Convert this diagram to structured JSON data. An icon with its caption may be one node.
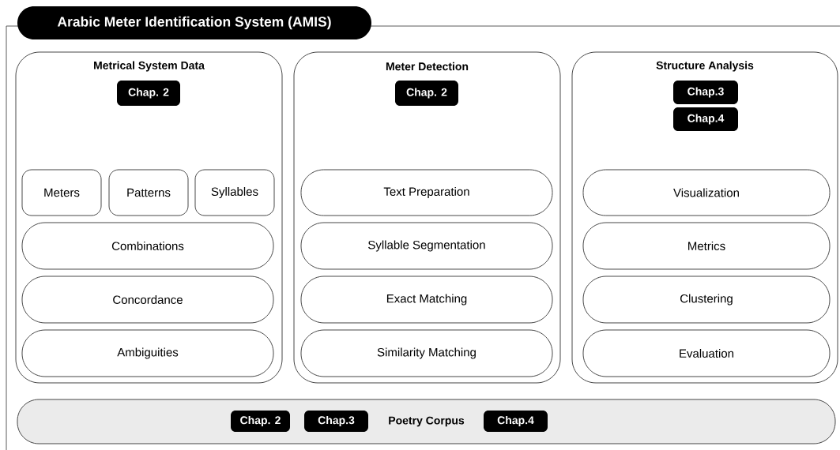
{
  "diagram": {
    "nodes": [
      {
        "text": [
          "Arabic Meter Identification System (AMIS)"
        ]
      },
      {
        "text": [
          "Metrical System Data"
        ],
        "in": 0
      },
      {
        "text": [
          "Chap. 2"
        ],
        "in": 1
      },
      {
        "text": [
          "Meters"
        ],
        "in": 1
      },
      {
        "text": [
          "Patterns"
        ],
        "in": 1
      },
      {
        "text": [
          "Syllables"
        ],
        "in": 1
      },
      {
        "text": [
          "Combinations"
        ],
        "in": 1
      },
      {
        "text": [
          "Concordance"
        ],
        "in": 1
      },
      {
        "text": [
          "Ambiguities"
        ],
        "in": 1
      },
      {
        "text": [
          "Meter Detection"
        ],
        "in": 0
      },
      {
        "text": [
          "Chap. 2"
        ],
        "in": 9
      },
      {
        "text": [
          "Text Preparation"
        ],
        "in": 9
      },
      {
        "text": [
          "Syllable Segmentation"
        ],
        "in": 9
      },
      {
        "text": [
          "Exact Matching"
        ],
        "in": 9
      },
      {
        "text": [
          "Similarity Matching"
        ],
        "in": 9
      },
      {
        "text": [
          "Structure Analysis"
        ],
        "in": 0
      },
      {
        "text": [
          "Chap.3"
        ],
        "in": 15
      },
      {
        "text": [
          "Chap.4"
        ],
        "in": 15
      },
      {
        "text": [
          "Visualization"
        ],
        "in": 15
      },
      {
        "text": [
          "Metrics"
        ],
        "in": 15
      },
      {
        "text": [
          "Clustering"
        ],
        "in": 15
      },
      {
        "text": [
          "Evaluation"
        ],
        "in": 15
      },
      {
        "text": [
          "Poetry Corpus"
        ],
        "in": 0
      },
      {
        "text": [
          "Chap. 2"
        ],
        "in": 22
      },
      {
        "text": [
          "Chap.3"
        ],
        "in": 22
      },
      {
        "text": [
          "Chap.4"
        ],
        "in": 22
      }
    ]
  }
}
